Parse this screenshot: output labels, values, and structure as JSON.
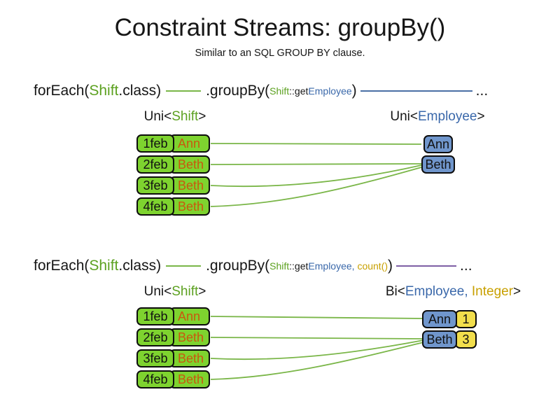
{
  "title": "Constraint Streams: groupBy()",
  "subtitle": "Similar to an SQL GROUP BY clause.",
  "colors": {
    "shift_green_text": "#5ca120",
    "employee_blue_text": "#3a68aa",
    "integer_gold_text": "#c8a000",
    "row_green_fill": "#7ed32f",
    "employee_box_blue_fill": "#7096cc",
    "count_box_yellow_fill": "#f2de4c",
    "name_orange_text": "#c8580e",
    "wire_green": "#7ab648",
    "wire_blue": "#4a6fa5",
    "wire_purple": "#7e5fa5"
  },
  "section1": {
    "code": {
      "foreach": "forEach(",
      "shift_type": "Shift",
      "class_suffix": ".class)",
      "groupby": ".groupBy(",
      "arg_shift": "Shift",
      "arg_method": "::get",
      "arg_employee": "Employee",
      "close_paren": ")",
      "ellipsis": "..."
    },
    "stream_label": {
      "prefix": "Uni<",
      "type1": "Shift",
      "suffix": ">"
    },
    "result_label": {
      "prefix": "Uni<",
      "type1": "Employee",
      "suffix": ">"
    },
    "shift_rows": [
      {
        "date": "1feb",
        "employee": "Ann"
      },
      {
        "date": "2feb",
        "employee": "Beth"
      },
      {
        "date": "3feb",
        "employee": "Beth"
      },
      {
        "date": "4feb",
        "employee": "Beth"
      }
    ],
    "result_boxes": [
      {
        "employee": "Ann"
      },
      {
        "employee": "Beth"
      }
    ]
  },
  "section2": {
    "code": {
      "foreach": "forEach(",
      "shift_type": "Shift",
      "class_suffix": ".class)",
      "groupby": ".groupBy(",
      "arg_shift": "Shift",
      "arg_method": "::get",
      "arg_employee": "Employee",
      "comma": ", ",
      "arg_count": "count()",
      "close_paren": ")",
      "ellipsis": "..."
    },
    "stream_label": {
      "prefix": "Uni<",
      "type1": "Shift",
      "suffix": ">"
    },
    "result_label": {
      "prefix": "Bi<",
      "type1": "Employee",
      "comma": ", ",
      "type2": "Integer",
      "suffix": ">"
    },
    "shift_rows": [
      {
        "date": "1feb",
        "employee": "Ann"
      },
      {
        "date": "2feb",
        "employee": "Beth"
      },
      {
        "date": "3feb",
        "employee": "Beth"
      },
      {
        "date": "4feb",
        "employee": "Beth"
      }
    ],
    "result_boxes": [
      {
        "employee": "Ann",
        "count": "1"
      },
      {
        "employee": "Beth",
        "count": "3"
      }
    ]
  }
}
